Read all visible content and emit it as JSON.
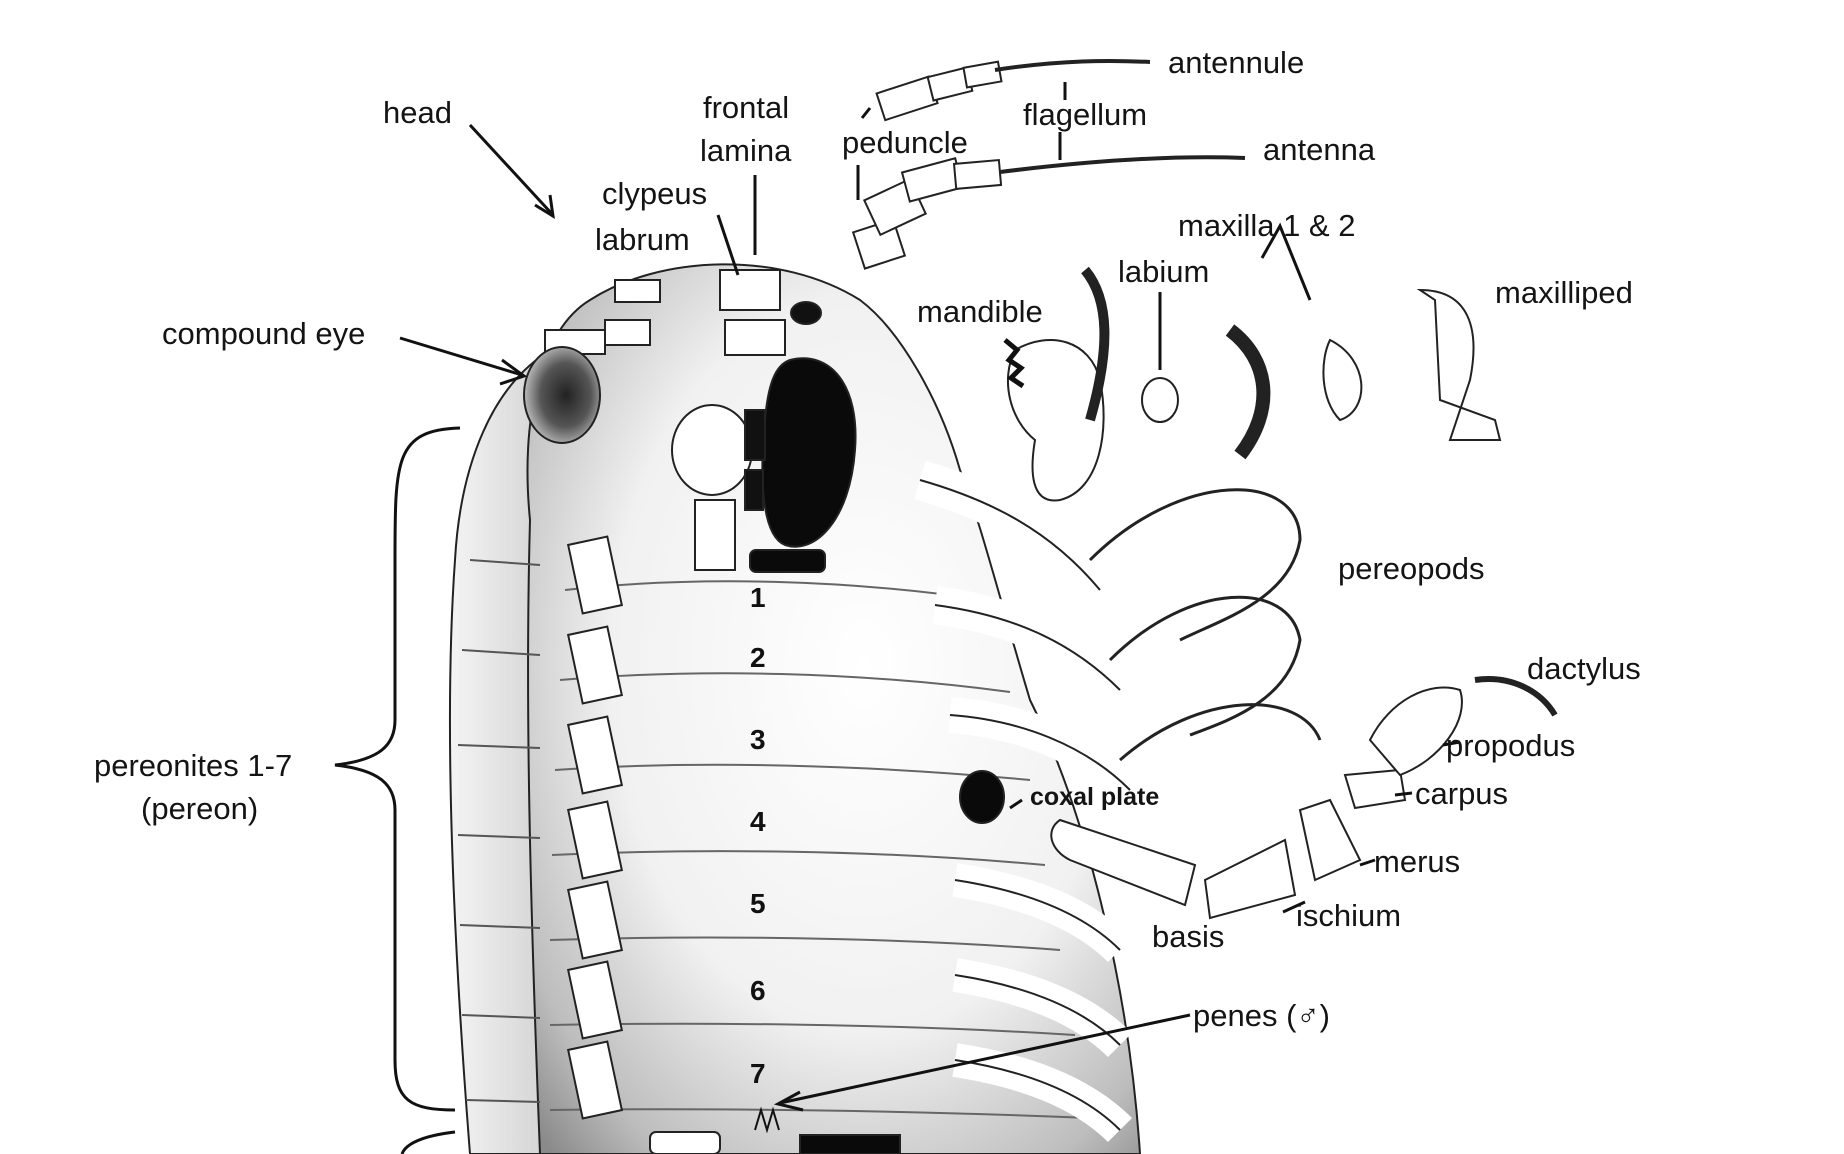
{
  "labels": {
    "head": "head",
    "frontal": "frontal",
    "lamina": "lamina",
    "clypeus": "clypeus",
    "labrum": "labrum",
    "compound_eye": "compound eye",
    "peduncle": "peduncle",
    "flagellum": "flagellum",
    "antennule": "antennule",
    "antenna": "antenna",
    "maxilla": "maxilla 1 & 2",
    "labium": "labium",
    "mandible": "mandible",
    "maxilliped": "maxilliped",
    "pereopods": "pereopods",
    "dactylus": "dactylus",
    "propodus": "propodus",
    "carpus": "carpus",
    "merus": "merus",
    "ischium": "ischium",
    "basis": "basis",
    "coxal_plate": "coxal plate",
    "penes": "penes (♂)",
    "pereonites": "pereonites 1-7",
    "pereon": "(pereon)"
  },
  "segments": [
    "1",
    "2",
    "3",
    "4",
    "5",
    "6",
    "7"
  ],
  "colors": {
    "ink": "#141414",
    "body_shade": "#bdbdbd",
    "dark": "#0a0a0a"
  }
}
